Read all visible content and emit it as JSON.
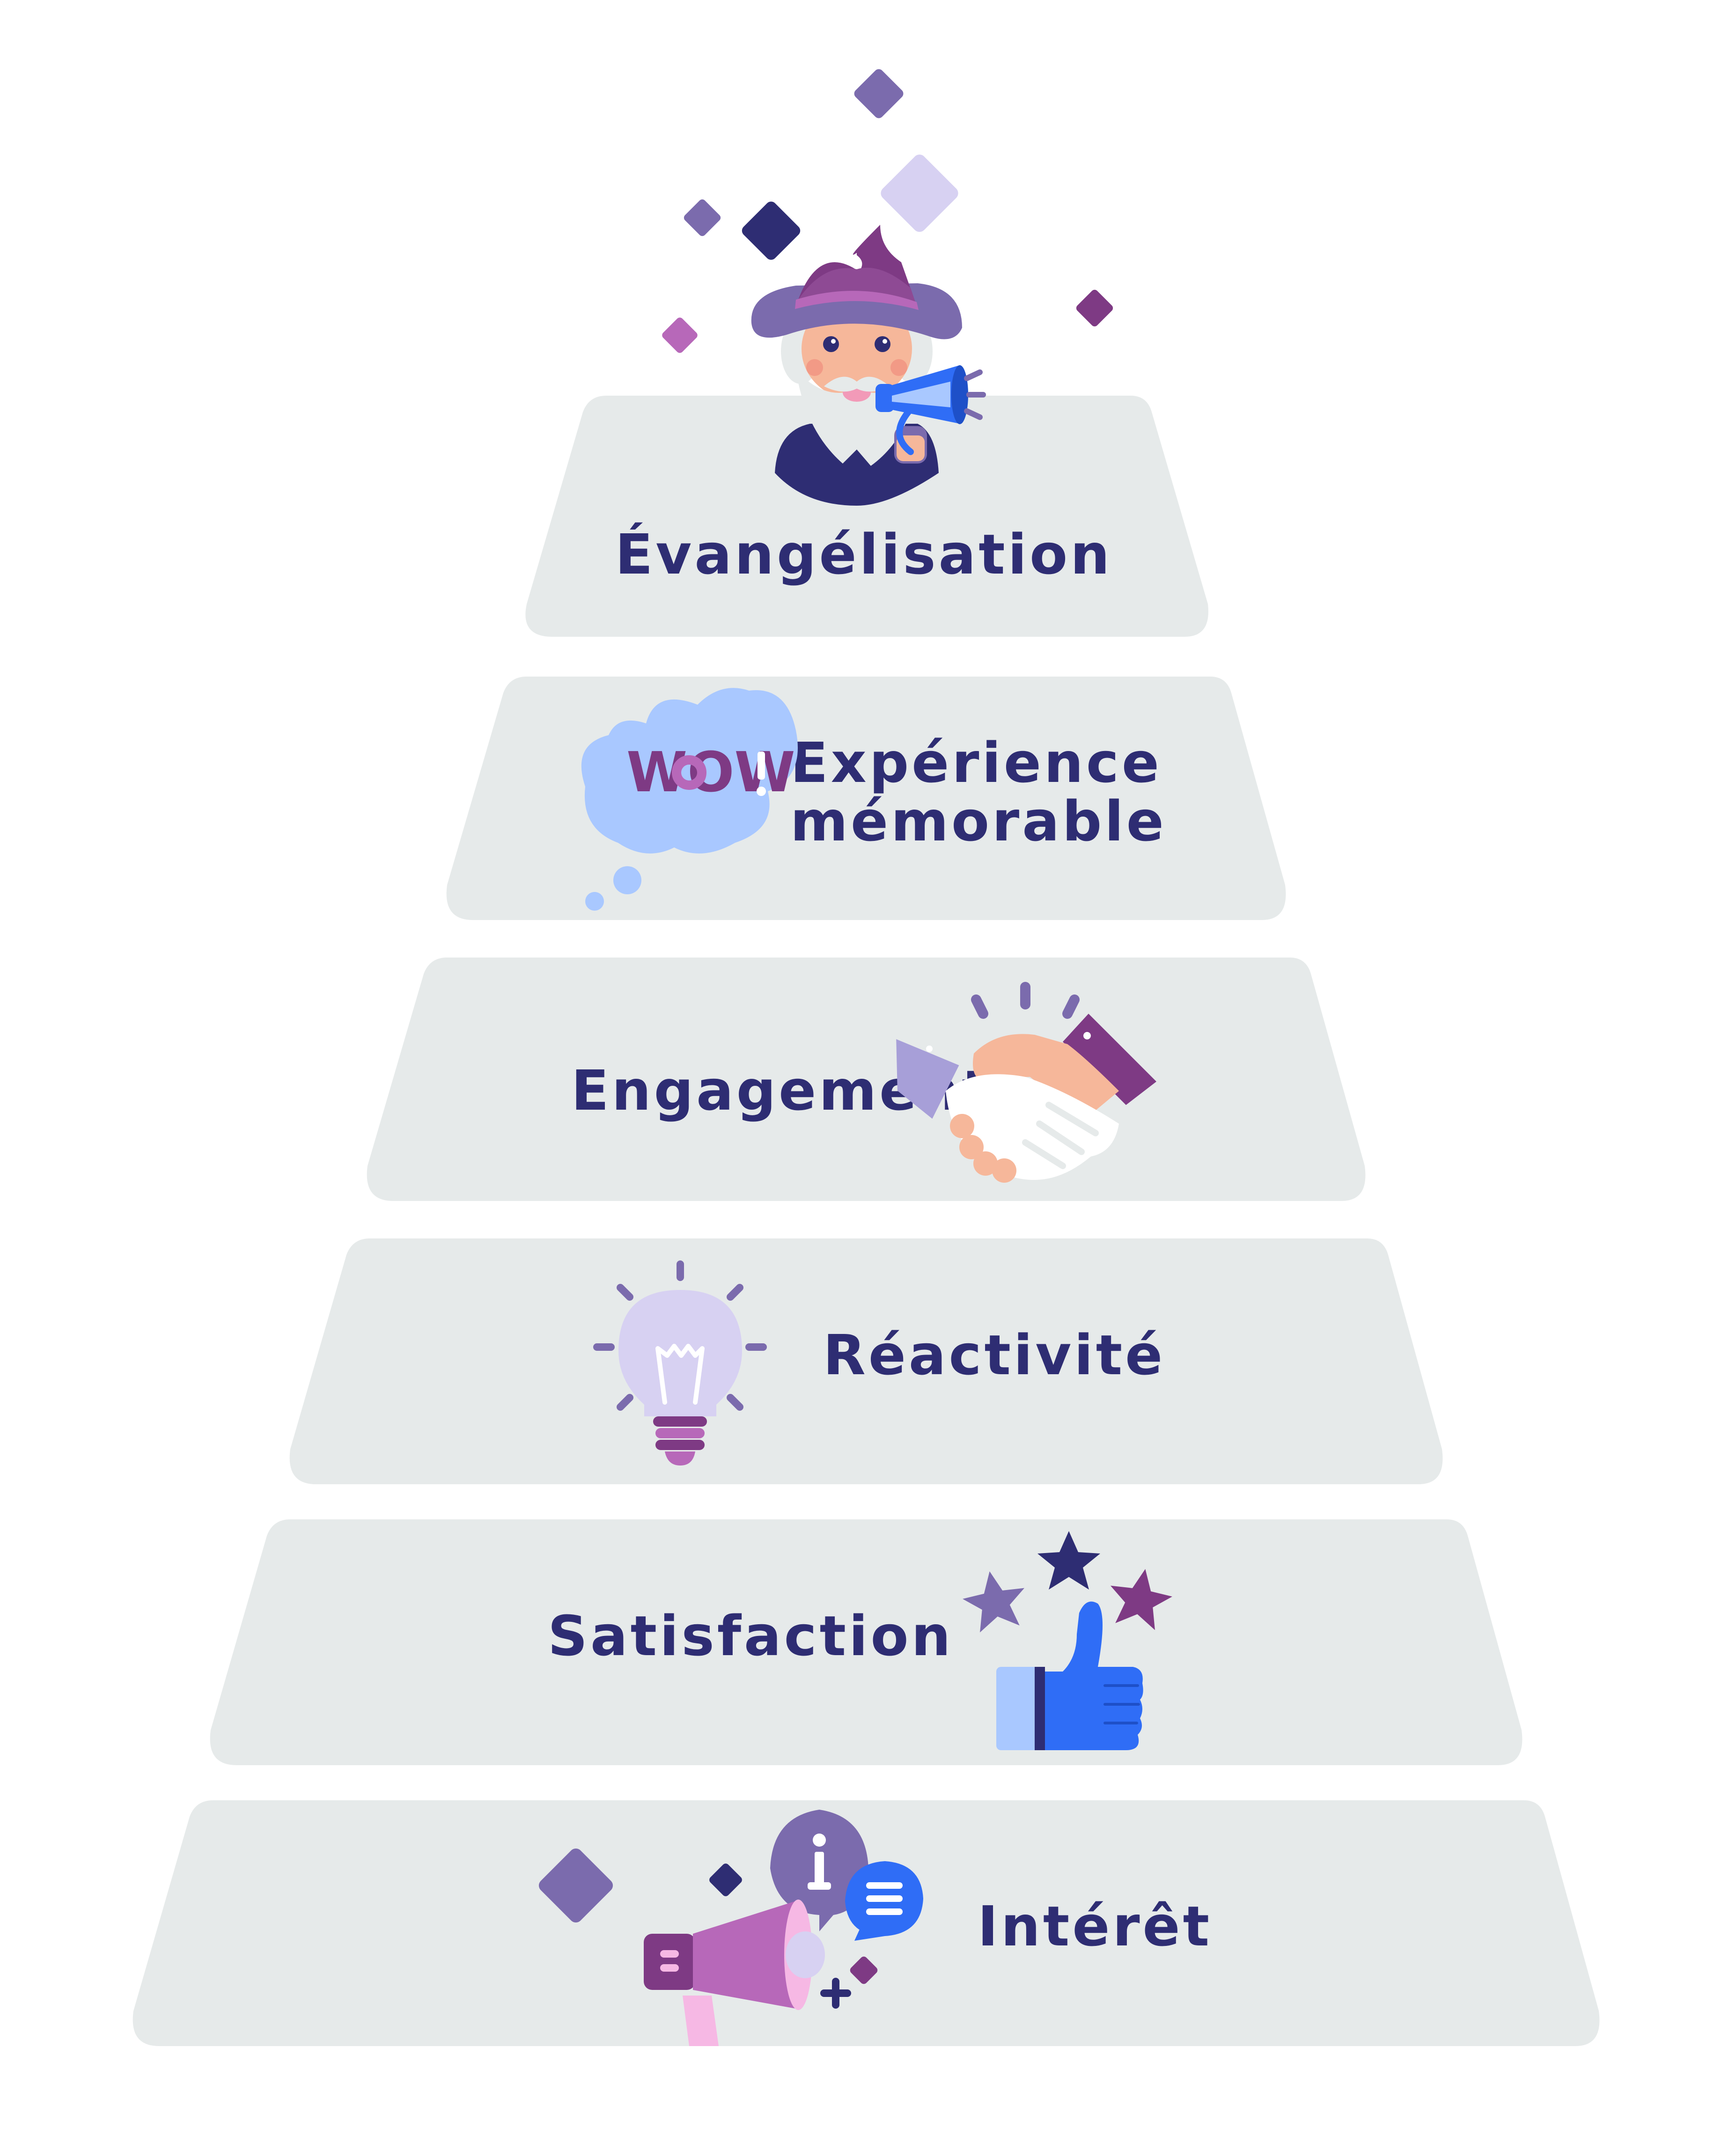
{
  "colors": {
    "tier": "#e6eaea",
    "text": "#2e2d73",
    "purple_dark": "#2e2d73",
    "purple_mid": "#7b6bad",
    "purple_light": "#d7d1f2",
    "plum": "#7e3a84",
    "pink": "#b768b9",
    "blue": "#2f6df6",
    "blue_light": "#a9c8ff",
    "skin": "#f6b79a"
  },
  "levels": [
    {
      "id": "evangelisation",
      "label": "Évangélisation",
      "icon": "wizard-megaphone-icon"
    },
    {
      "id": "experience",
      "label_line1": "Expérience",
      "label_line2": "mémorable",
      "icon": "wow-thought-bubble-icon"
    },
    {
      "id": "engagement",
      "label": "Engagement",
      "icon": "handshake-icon"
    },
    {
      "id": "reactivite",
      "label": "Réactivité",
      "icon": "lightbulb-icon"
    },
    {
      "id": "satisfaction",
      "label": "Satisfaction",
      "icon": "thumbs-up-stars-icon"
    },
    {
      "id": "interet",
      "label": "Intérêt",
      "icon": "megaphone-info-icon"
    }
  ],
  "wow_text": "WOW"
}
